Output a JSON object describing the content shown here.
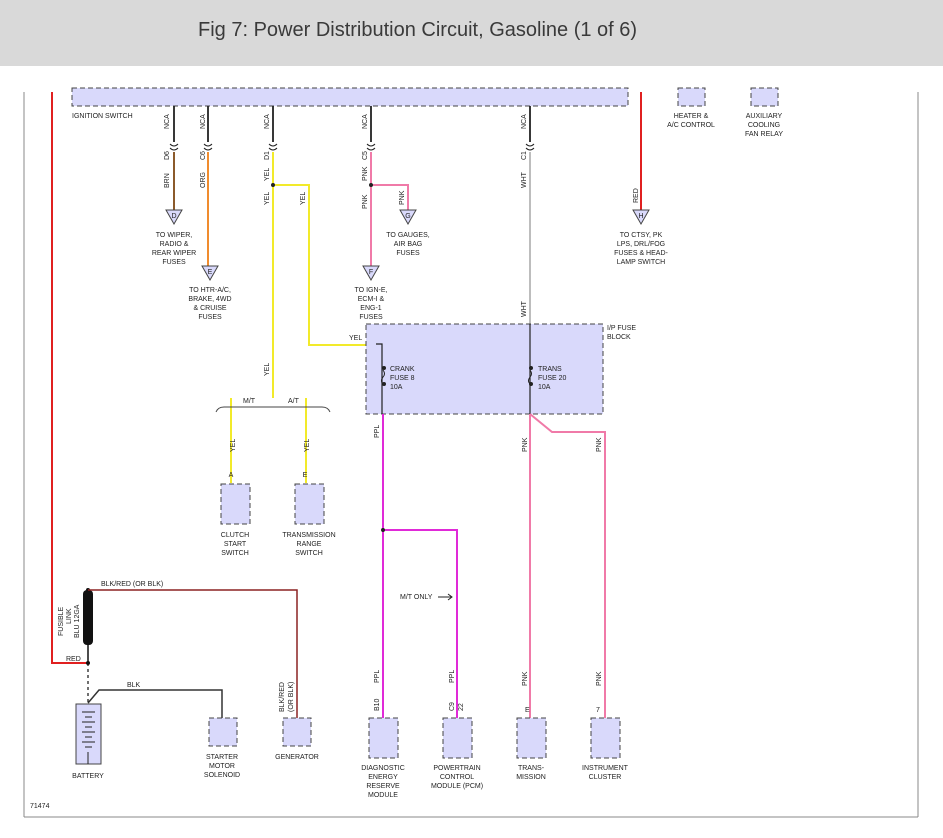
{
  "header": {
    "title": "Fig 7: Power Distribution Circuit, Gasoline (1 of 6)"
  },
  "diagram_id": "71474",
  "ignition_switch": {
    "label": "IGNITION SWITCH"
  },
  "top_components": {
    "heater": [
      "HEATER &",
      "A/C CONTROL"
    ],
    "fan_relay": [
      "AUXILIARY",
      "COOLING",
      "FAN RELAY"
    ]
  },
  "wires": {
    "nca": "NCA",
    "d6": "D6",
    "c6": "C6",
    "d1": "D1",
    "c5": "C5",
    "c1": "C1",
    "brn": "BRN",
    "org": "ORG",
    "yel": "YEL",
    "pnk": "PNK",
    "wht": "WHT",
    "red": "RED",
    "ppl": "PPL",
    "blk": "BLK",
    "blkred_a": "BLK/RED",
    "blkred_b": "(OR BLK)",
    "blkred_fusible": "BLK/RED (OR BLK)",
    "mt": "M/T",
    "at": "A/T",
    "mt_only": "M/T ONLY",
    "pin_a": "A",
    "pin_e": "E",
    "pin_b10": "B10",
    "pin_c9": "C9",
    "pin_22": "22",
    "pin_e2": "E",
    "pin_7": "7"
  },
  "connectors": {
    "d": {
      "letter": "D",
      "text": [
        "TO WIPER,",
        "RADIO &",
        "REAR WIPER",
        "FUSES"
      ]
    },
    "e": {
      "letter": "E",
      "text": [
        "TO HTR-A/C,",
        "BRAKE, 4WD",
        "& CRUISE",
        "FUSES"
      ]
    },
    "g": {
      "letter": "G",
      "text": [
        "TO GAUGES,",
        "AIR BAG",
        "FUSES"
      ]
    },
    "f": {
      "letter": "F",
      "text": [
        "TO IGN-E,",
        "ECM-I &",
        "ENG-1",
        "FUSES"
      ]
    },
    "h": {
      "letter": "H",
      "text": [
        "TO CTSY, PK",
        "LPS, DRL/FOG",
        "FUSES & HEAD-",
        "LAMP SWITCH"
      ]
    }
  },
  "fuse_block": {
    "label": [
      "I/P FUSE",
      "BLOCK"
    ],
    "crank": [
      "CRANK",
      "FUSE 8",
      "10A"
    ],
    "trans": [
      "TRANS",
      "FUSE 20",
      "10A"
    ]
  },
  "components": {
    "clutch": [
      "CLUTCH",
      "START",
      "SWITCH"
    ],
    "trs": [
      "TRANSMISSION",
      "RANGE",
      "SWITCH"
    ],
    "fusible": [
      "FUSIBLE",
      "LINK",
      "BLU 12GA"
    ],
    "battery": "BATTERY",
    "starter": [
      "STARTER",
      "MOTOR",
      "SOLENOID"
    ],
    "generator": "GENERATOR",
    "derm": [
      "DIAGNOSTIC",
      "ENERGY",
      "RESERVE",
      "MODULE"
    ],
    "pcm": [
      "POWERTRAIN",
      "CONTROL",
      "MODULE (PCM)"
    ],
    "transmission": [
      "TRANS-",
      "MISSION"
    ],
    "cluster": [
      "INSTRUMENT",
      "CLUSTER"
    ]
  },
  "colors": {
    "brn": "#8b5a2b",
    "org": "#f08c2e",
    "yel": "#f2ea2a",
    "pnk": "#f07aa8",
    "wht": "#bdbdbd",
    "red": "#e02020",
    "ppl": "#e02ad8",
    "blk": "#333333",
    "blkred": "#8b2222",
    "component_fill": "#d9d9fb"
  }
}
